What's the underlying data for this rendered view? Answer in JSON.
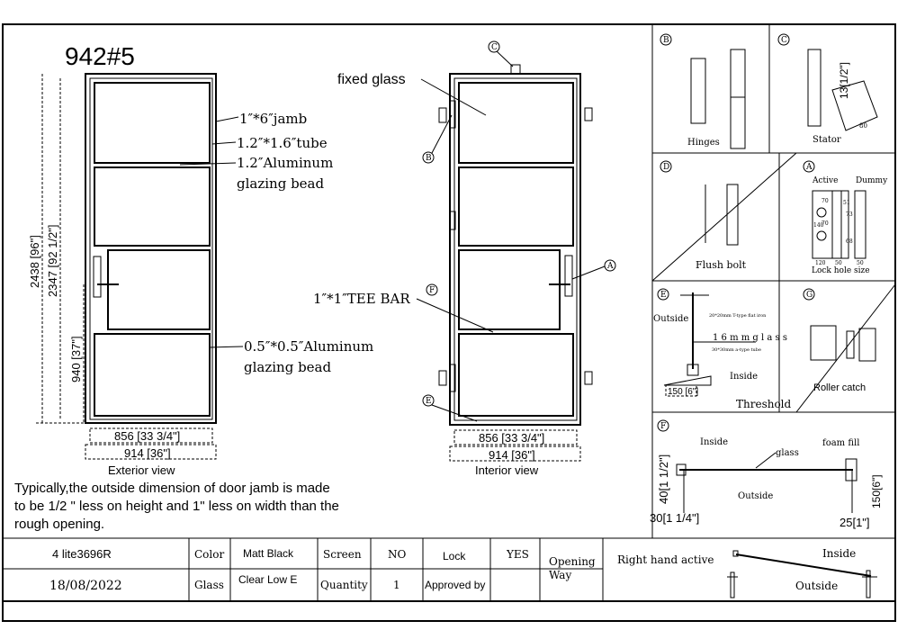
{
  "model_no": "942#5",
  "exterior": {
    "jamb": "1″*6″jamb",
    "tube": "1.2″*1.6″tube",
    "bead1_a": "1.2″Aluminum",
    "bead1_b": "glazing bead",
    "bead2_a": "0.5″*0.5″Aluminum",
    "bead2_b": "glazing bead",
    "dim_height_outer": "2438 [96\"]",
    "dim_height_inner": "2347 [92 1/2\"]",
    "dim_lock_height": "940 [37\"]",
    "dim_width_inner": "856 [33 3/4\"]",
    "dim_width_outer": "914 [36\"]",
    "caption": "Exterior view"
  },
  "interior": {
    "fixed_glass": "fixed glass",
    "tee_bar": "1″*1″TEE BAR",
    "dim_width_inner": "856 [33 3/4\"]",
    "dim_width_outer": "914 [36\"]",
    "caption": "Interior view",
    "markers": [
      "A",
      "B",
      "C",
      "E",
      "F"
    ]
  },
  "note": [
    "Typically,the outside dimension of door jamb is made",
    "to be 1/2 \" less on height and 1\" less on width than the",
    "rough opening."
  ],
  "details": {
    "B": {
      "marker": "B",
      "label": "Hinges"
    },
    "C": {
      "marker": "C",
      "label": "Stator",
      "dim": "13[1/2\"]",
      "dim2": "80"
    },
    "D": {
      "marker": "D",
      "label": "Flush bolt"
    },
    "A": {
      "marker": "A",
      "active": "Active",
      "dummy": "Dummy",
      "label": "Lock hole size",
      "dims": [
        "70",
        "140",
        "70",
        "120",
        "50",
        "50",
        "51",
        "73",
        "68"
      ]
    },
    "E": {
      "marker": "E",
      "outside": "Outside",
      "inside": "Inside",
      "glass": "1 6 m m   g l a s s",
      "flat_iron": "20*20mm T-type flat iron",
      "tube": "30*30mm a-type tube",
      "dim": "150 [6\"]",
      "label": "Threshold"
    },
    "G": {
      "marker": "G",
      "label": "Roller catch"
    },
    "F": {
      "marker": "F",
      "inside": "Inside",
      "glass": "glass",
      "foam": "foam fill",
      "outside": "Outside",
      "dim1": "40[1 1/2\"]",
      "dim2": "30[1 1/4\"]",
      "dim3": "150[6\"]",
      "dim4": "25[1\"]"
    }
  },
  "table": {
    "name": "4 lite3696R",
    "date": "18/08/2022",
    "color_label": "Color",
    "color_value": "Matt Black",
    "glass_label": "Glass",
    "glass_value": "Clear Low E",
    "screen_label": "Screen",
    "screen_value": "NO",
    "quantity_label": "Quantity",
    "quantity_value": "1",
    "lock_label": "Lock",
    "lock_value": "YES",
    "approved_label": "Approved by",
    "approved_value": "",
    "opening_label_a": "Opening",
    "opening_label_b": "Way",
    "opening_value": "Right hand active",
    "inside": "Inside",
    "outside": "Outside"
  }
}
